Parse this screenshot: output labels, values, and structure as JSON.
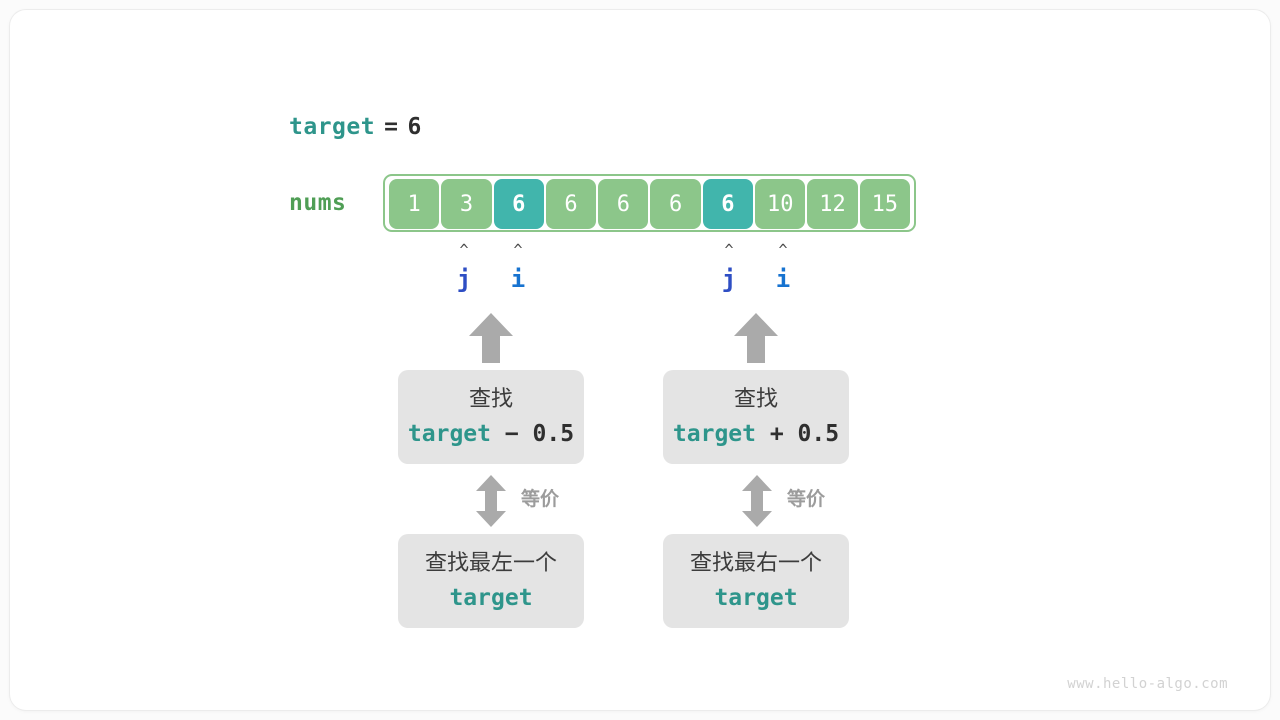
{
  "colors": {
    "background": "#fbfbfb",
    "card": "#ffffff",
    "cell_normal": "#8cc68a",
    "cell_highlight": "#41b5ac",
    "array_border": "#8cc68a",
    "teal_text": "#2e958b",
    "green_label": "#4f9e55",
    "pointer_j": "#2e4ec4",
    "pointer_i": "#1773d0",
    "gray_box": "#e4e4e4",
    "arrow_gray": "#aaaaaa",
    "eq_label_gray": "#9c9c9c",
    "watermark": "#d2d2d2"
  },
  "target": {
    "name": "target",
    "equals": "=",
    "value": "6"
  },
  "array": {
    "label": "nums",
    "values": [
      "1",
      "3",
      "6",
      "6",
      "6",
      "6",
      "6",
      "10",
      "12",
      "15"
    ],
    "highlighted_indices": [
      2,
      6
    ]
  },
  "pointers": {
    "caret_glyph": "^",
    "left_group": {
      "j": {
        "label": "j",
        "index": 1
      },
      "i": {
        "label": "i",
        "index": 2
      }
    },
    "right_group": {
      "j": {
        "label": "j",
        "index": 6
      },
      "i": {
        "label": "i",
        "index": 7
      }
    }
  },
  "equivalence_label": "等价",
  "branches": [
    {
      "id": "left",
      "top_box": {
        "line1": "查找",
        "code_name": "target",
        "code_op": " − 0.5"
      },
      "bottom_box": {
        "line1": "查找最左一个",
        "code_name": "target"
      }
    },
    {
      "id": "right",
      "top_box": {
        "line1": "查找",
        "code_name": "target",
        "code_op": " + 0.5"
      },
      "bottom_box": {
        "line1": "查找最右一个",
        "code_name": "target"
      }
    }
  ],
  "watermark": "www.hello-algo.com"
}
